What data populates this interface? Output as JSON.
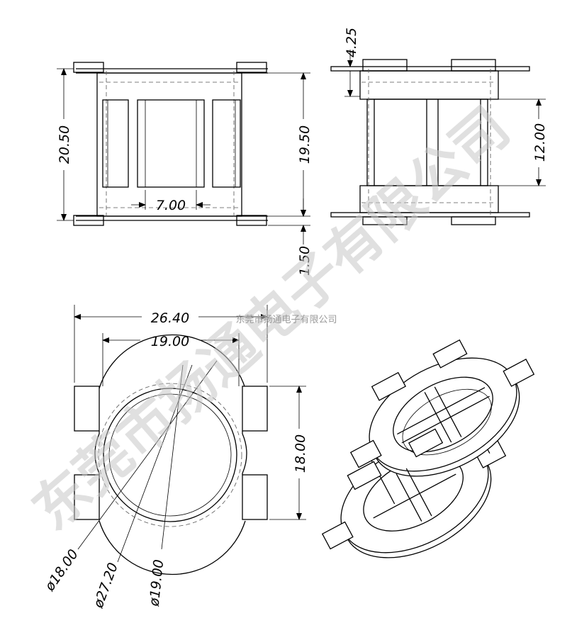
{
  "watermark": {
    "large_text": "东莞市扬通电子有限公司",
    "small_text": "东莞市扬通电子有限公司"
  },
  "front_view": {
    "height_dim": "20.50",
    "inner_height_dim": "19.50",
    "window_dim": "7.00",
    "pin_dim": "1.50"
  },
  "side_view": {
    "flange_dim": "4.25",
    "window_height_dim": "12.00"
  },
  "top_view": {
    "overall_width_dim": "26.40",
    "inner_width_dim": "19.00",
    "height_dim": "18.00",
    "dia_inner": "ø18.00",
    "dia_outer": "ø27.20",
    "dia_mid": "ø19.00"
  }
}
